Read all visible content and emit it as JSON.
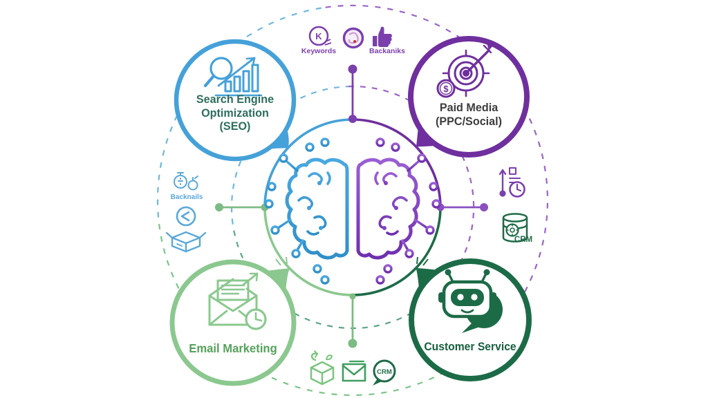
{
  "hub": {
    "icon": "ai-circuit-brain",
    "left_color": "#3f9fd9",
    "right_color": "#7e44bf"
  },
  "nodes": {
    "seo": {
      "label": "Search Engine Optimization (SEO)",
      "line1": "Search Engine",
      "line2": "Optimization",
      "line3": "(SEO)",
      "ring_color": "#45a1d9",
      "label_color": "#2e6e5e",
      "icon": "magnifier-growth-chart"
    },
    "paid_media": {
      "label": "Paid Media (PPC/Social)",
      "line1": "Paid Media",
      "line2": "(PPC/Social)",
      "ring_color": "#6f2f9e",
      "label_color": "#3d3d3d",
      "icon": "target-dart-dollar"
    },
    "email_marketing": {
      "label": "Email Marketing",
      "line1": "Email Marketing",
      "ring_color": "#8bc88f",
      "label_color": "#55a25c",
      "icon": "open-envelope-clock"
    },
    "customer_service": {
      "label": "Customer Service",
      "line1": "Customer Service",
      "ring_color": "#1c6b47",
      "label_color": "#17603e",
      "icon": "chatbot-speech-bubble"
    }
  },
  "satellites": {
    "top": {
      "keywords_letter": "K",
      "keywords_label": "Keywords",
      "backlinks_label": "Backaniks"
    },
    "left": {
      "backlinks_label": "Backnails"
    },
    "right": {
      "crm_label": "CRM"
    },
    "bottom": {
      "crm_label": "CRM"
    }
  },
  "icon_texts": {
    "dollar": "$"
  },
  "palette": {
    "blue": "#5aa8d8",
    "purple": "#7b3fae",
    "light_green": "#7cc47f",
    "mid_green": "#3f9e5f",
    "dark_green": "#1e6b47"
  }
}
